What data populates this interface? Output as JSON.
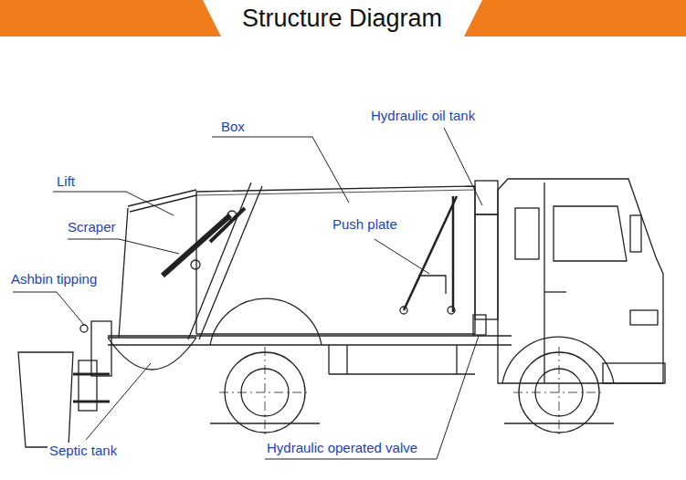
{
  "diagram": {
    "title": "Structure Diagram",
    "labels": [
      "Box",
      "Hydraulic oil tank",
      "Lift",
      "Scraper",
      "Push plate",
      "Ashbin tipping",
      "Septic tank",
      "Hydraulic operated valve"
    ]
  }
}
